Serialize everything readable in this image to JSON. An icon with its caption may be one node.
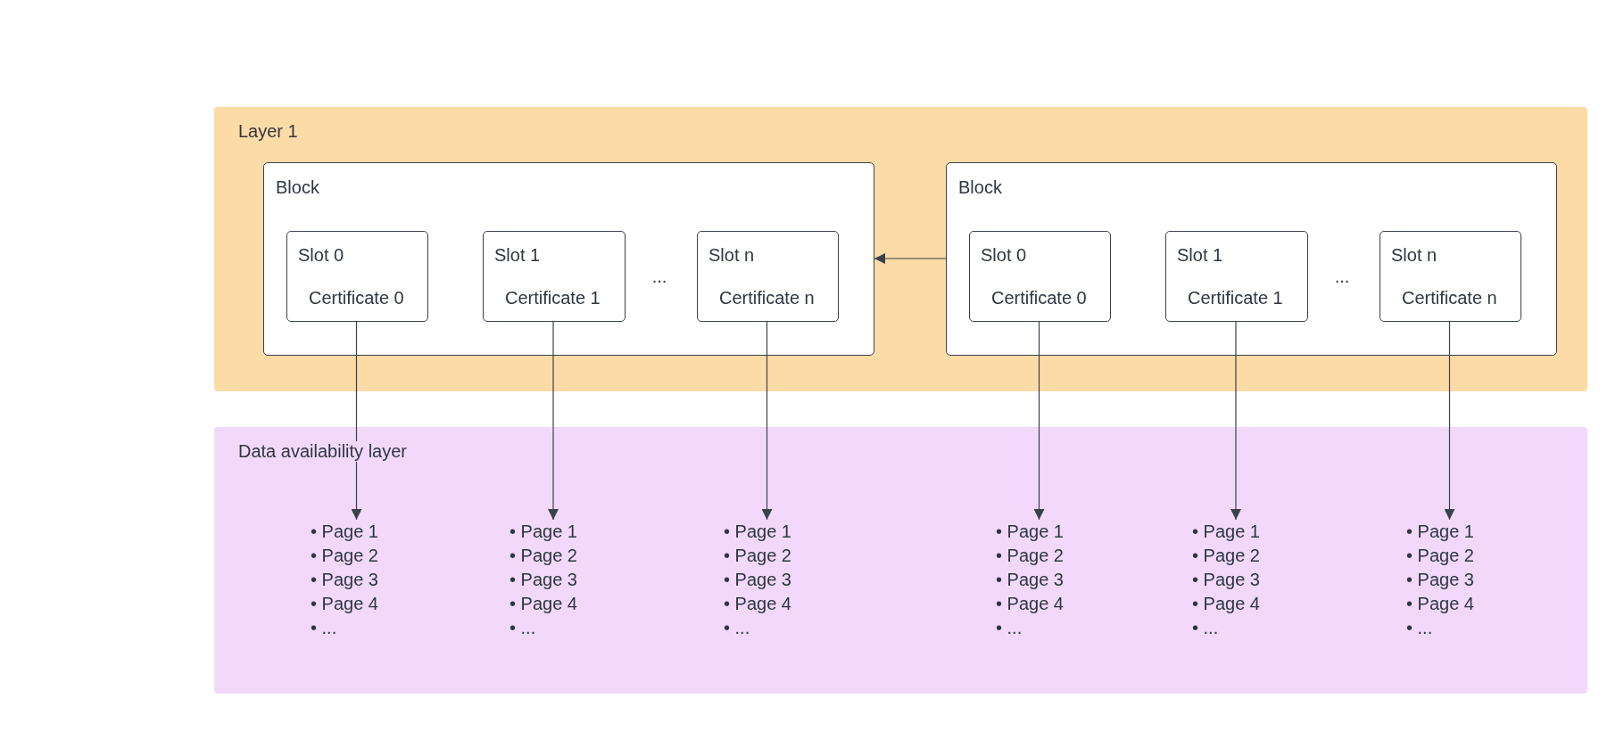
{
  "diagram": {
    "nodes": [
      {
        "text": [
          "Layer 1"
        ]
      },
      {
        "text": [
          "Block"
        ],
        "in": 0
      },
      {
        "text": [
          "Slot 0",
          "Certificate 0"
        ],
        "in": 1
      },
      {
        "text": [
          "Slot 1",
          "Certificate 1"
        ],
        "in": 1
      },
      {
        "text": [
          "Slot n",
          "Certificate n"
        ],
        "in": 1
      },
      {
        "text": [
          "Block"
        ],
        "in": 0
      },
      {
        "text": [
          "Slot 0",
          "Certificate 0"
        ],
        "in": 5
      },
      {
        "text": [
          "Slot 1",
          "Certificate 1"
        ],
        "in": 5
      },
      {
        "text": [
          "Slot n",
          "Certificate n"
        ],
        "in": 5
      },
      {
        "text": [
          "Data availability layer"
        ]
      },
      {
        "text": [
          "• Page 1",
          "• Page 2",
          "• Page 3",
          "• Page 4",
          "• ..."
        ],
        "in": 9
      },
      {
        "text": [
          "• Page 1",
          "• Page 2",
          "• Page 3",
          "• Page 4",
          "• ..."
        ],
        "in": 9
      },
      {
        "text": [
          "• Page 1",
          "• Page 2",
          "• Page 3",
          "• Page 4",
          "• ..."
        ],
        "in": 9
      },
      {
        "text": [
          "• Page 1",
          "• Page 2",
          "• Page 3",
          "• Page 4",
          "• ..."
        ],
        "in": 9
      },
      {
        "text": [
          "• Page 1",
          "• Page 2",
          "• Page 3",
          "• Page 4",
          "• ..."
        ],
        "in": 9
      },
      {
        "text": [
          "• Page 1",
          "• Page 2",
          "• Page 3",
          "• Page 4",
          "• ..."
        ],
        "in": 9
      }
    ],
    "edges": [
      {
        "from": 5,
        "to": 1,
        "arrow": "to"
      },
      {
        "from": 2,
        "to": 10,
        "arrow": "to"
      },
      {
        "from": 3,
        "to": 11,
        "arrow": "to"
      },
      {
        "from": 4,
        "to": 12,
        "arrow": "to"
      },
      {
        "from": 6,
        "to": 13,
        "arrow": "to"
      },
      {
        "from": 7,
        "to": 14,
        "arrow": "to"
      },
      {
        "from": 8,
        "to": 15,
        "arrow": "to"
      }
    ],
    "labels": [
      "...",
      "..."
    ]
  }
}
